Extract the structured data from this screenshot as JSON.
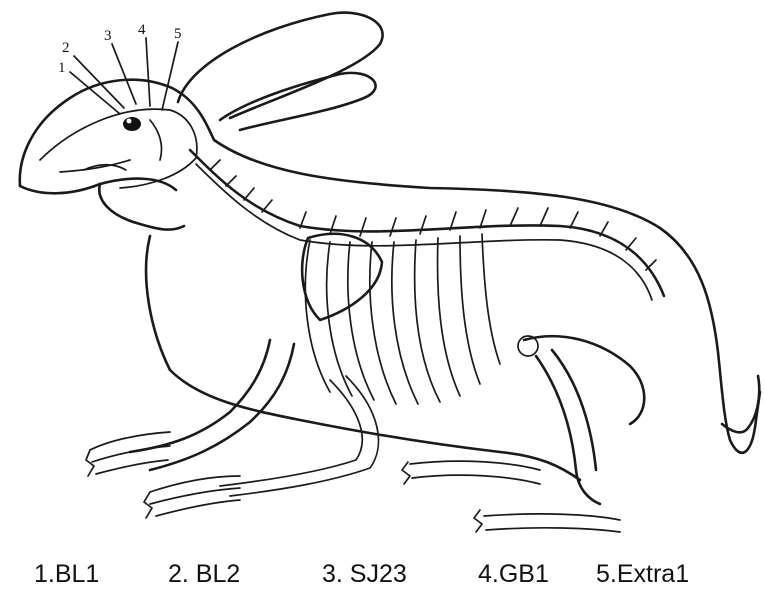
{
  "figure": {
    "point_numbers": [
      "1",
      "2",
      "3",
      "4",
      "5"
    ]
  },
  "legend": {
    "items": [
      "1.BL1",
      "2. BL2",
      "3. SJ23",
      "4.GB1",
      "5.Extra1"
    ]
  }
}
